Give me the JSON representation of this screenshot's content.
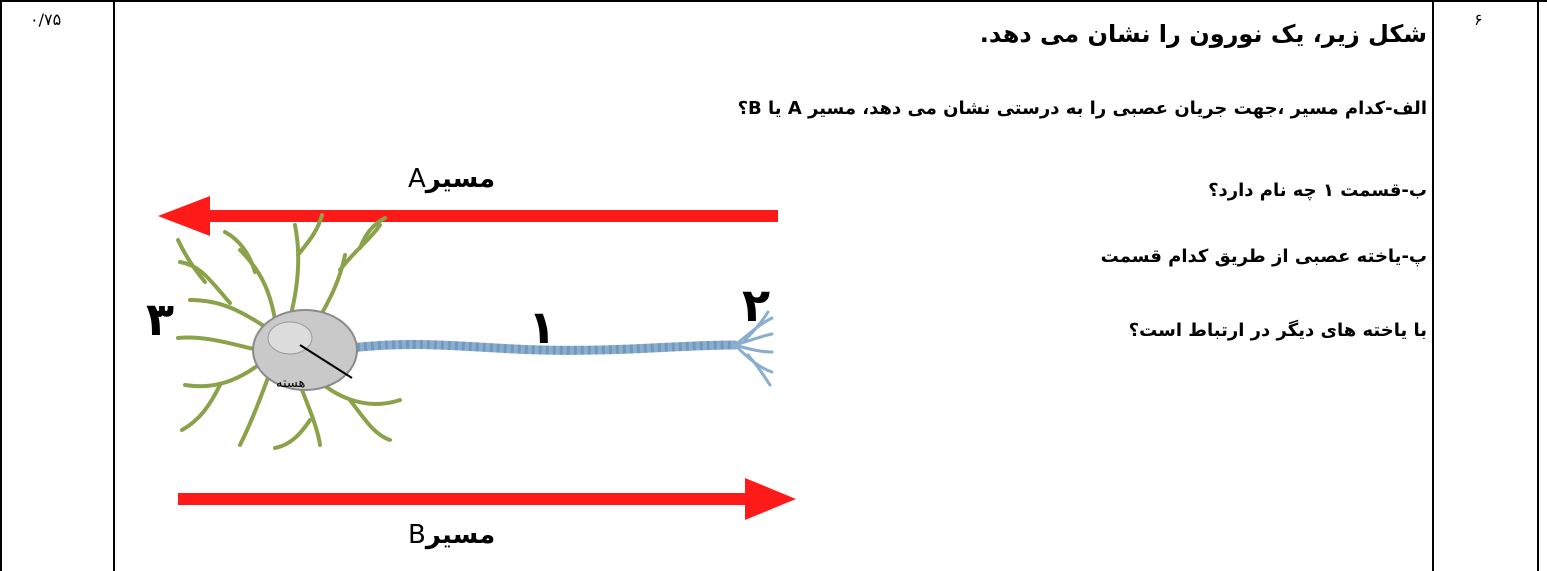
{
  "score": "۰/۷۵",
  "question_number": "۶",
  "question": {
    "title": "شکل زیر، یک نورون را نشان می دهد.",
    "part_a": "الف-کدام مسیر ،جهت جریان عصبی را به درستی نشان می دهد، مسیر A یا B؟",
    "part_b": "ب-قسمت ۱ چه نام دارد؟",
    "part_c_line1": "پ-یاخته عصبی از طریق کدام قسمت",
    "part_c_line2": "با یاخته های دیگر در ارتباط است؟"
  },
  "figure": {
    "path_a_word": "مسیر",
    "path_a_letter": "A",
    "path_b_word": "مسیر",
    "path_b_letter": "B",
    "label_1": "۱",
    "label_2": "۲",
    "label_3": "۳",
    "nucleus_label": "هسته",
    "arrow_color": "#ff1a1a",
    "dendrite_color": "#8aa34a",
    "axon_color": "#8aaed0",
    "soma_color": "#c9c9c9"
  }
}
